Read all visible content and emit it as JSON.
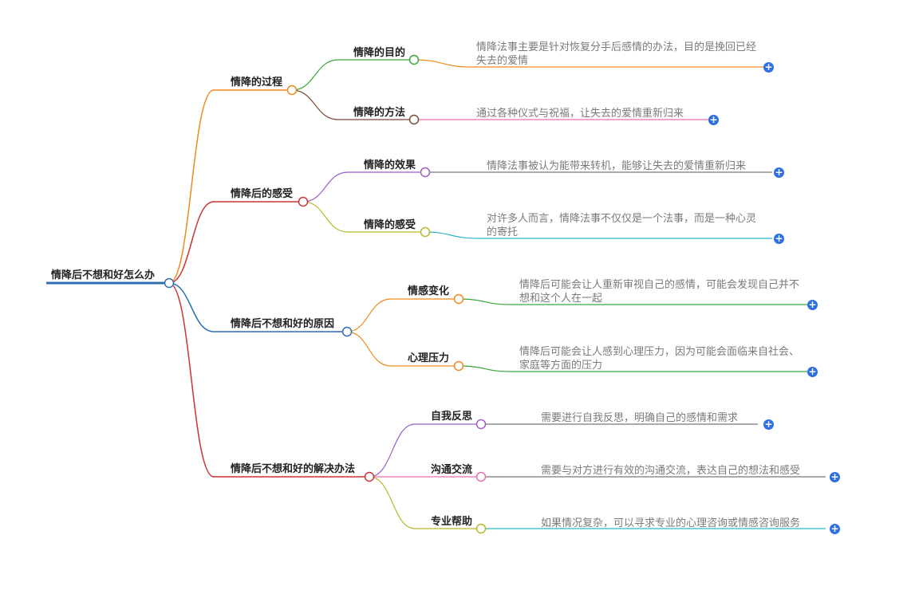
{
  "root": {
    "label": "情降后不想和好怎么办"
  },
  "branches": [
    {
      "label": "情降的过程",
      "children": [
        {
          "label": "情降的目的",
          "text": "情降法事主要是针对恢复分手后感情的办法，目的是挽回已经失去的爱情"
        },
        {
          "label": "情降的方法",
          "text": "通过各种仪式与祝福，让失去的爱情重新归来"
        }
      ]
    },
    {
      "label": "情降后的感受",
      "children": [
        {
          "label": "情降的效果",
          "text": "情降法事被认为能带来转机，能够让失去的爱情重新归来"
        },
        {
          "label": "情降的感受",
          "text": "对许多人而言，情降法事不仅仅是一个法事，而是一种心灵的寄托"
        }
      ]
    },
    {
      "label": "情降后不想和好的原因",
      "children": [
        {
          "label": "情感变化",
          "text": "情降后可能会让人重新审视自己的感情，可能会发现自己并不想和这个人在一起"
        },
        {
          "label": "心理压力",
          "text": "情降后可能会让人感到心理压力，因为可能会面临来自社会、家庭等方面的压力"
        }
      ]
    },
    {
      "label": "情降后不想和好的解决办法",
      "children": [
        {
          "label": "自我反思",
          "text": "需要进行自我反思，明确自己的感情和需求"
        },
        {
          "label": "沟通交流",
          "text": "需要与对方进行有效的沟通交流，表达自己的想法和感受"
        },
        {
          "label": "专业帮助",
          "text": "如果情况复杂，可以寻求专业的心理咨询或情感咨询服务"
        }
      ]
    }
  ],
  "expand_icon": "plus-circle-icon",
  "colors": {
    "root": "#2f6fb0",
    "branch1": "#f08a1e",
    "branch2": "#cc3333",
    "branch3": "#2f6fb0",
    "branch4": "#cc3333",
    "expand": "#2f6fe4"
  }
}
